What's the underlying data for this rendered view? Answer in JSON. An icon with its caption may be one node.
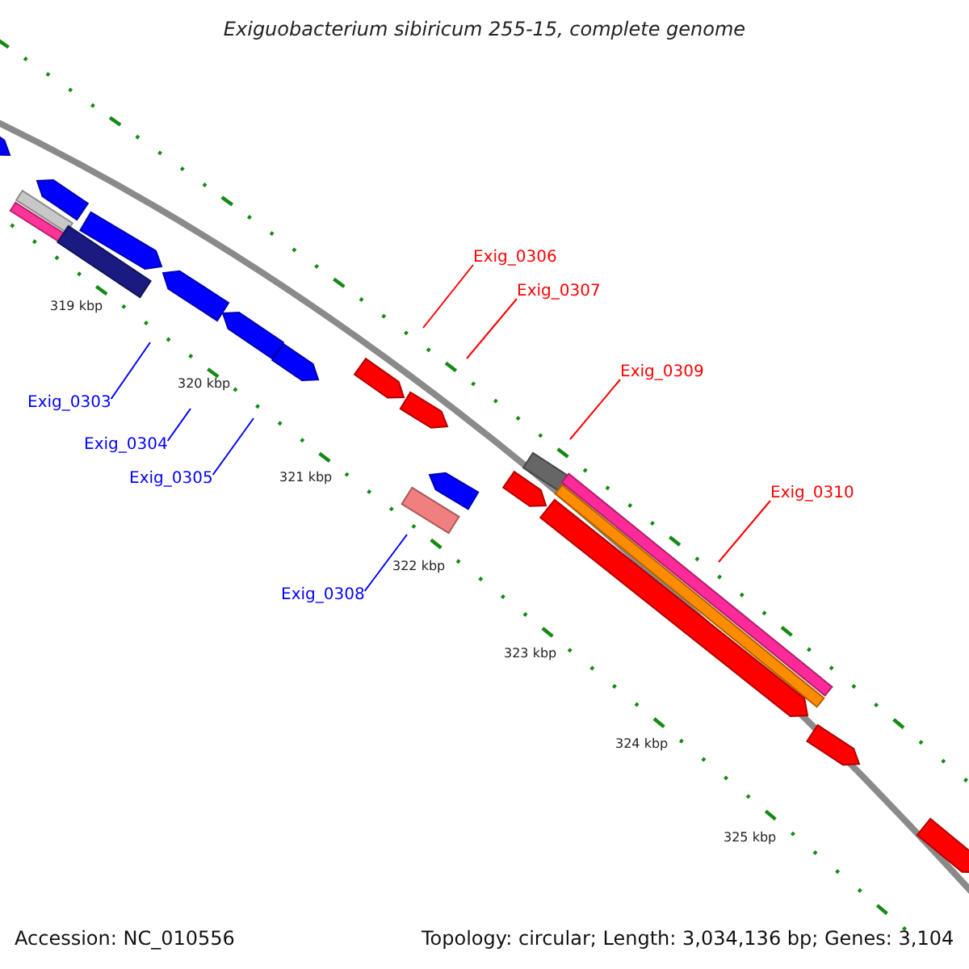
{
  "diagram": {
    "title": "Exiguobacterium sibiricum 255-15, complete genome",
    "nodes": [
      {
        "text": [
          "Exig_0306"
        ]
      },
      {
        "text": [
          "Exig_0307"
        ]
      },
      {
        "text": [
          "Exig_0309"
        ]
      },
      {
        "text": [
          "Exig_0303"
        ]
      },
      {
        "text": [
          "Exig_0304"
        ]
      },
      {
        "text": [
          "Exig_0305"
        ]
      },
      {
        "text": [
          "Exig_0310"
        ]
      },
      {
        "text": [
          "Exig_0308"
        ]
      }
    ],
    "edges": [
      {
        "from": 0,
        "to": null,
        "arrow": "none",
        "color": "#ff0000"
      },
      {
        "from": 1,
        "to": null,
        "arrow": "none",
        "color": "#ff0000"
      },
      {
        "from": 2,
        "to": null,
        "arrow": "none",
        "color": "#ff0000"
      },
      {
        "from": 3,
        "to": null,
        "arrow": "none",
        "color": "#0000ff"
      },
      {
        "from": 4,
        "to": null,
        "arrow": "none",
        "color": "#0000ff"
      },
      {
        "from": 5,
        "to": null,
        "arrow": "none",
        "color": "#0000ff"
      },
      {
        "from": 6,
        "to": null,
        "arrow": "none",
        "color": "#ff0000"
      },
      {
        "from": 7,
        "to": null,
        "arrow": "none",
        "color": "#0000ff"
      }
    ],
    "labels": [
      "319 kbp",
      "320 kbp",
      "321 kbp",
      "322 kbp",
      "323 kbp",
      "324 kbp",
      "325 kbp",
      "Accession: NC_010556",
      "Topology: circular; Length: 3,034,136 bp; Genes: 3,104"
    ]
  }
}
